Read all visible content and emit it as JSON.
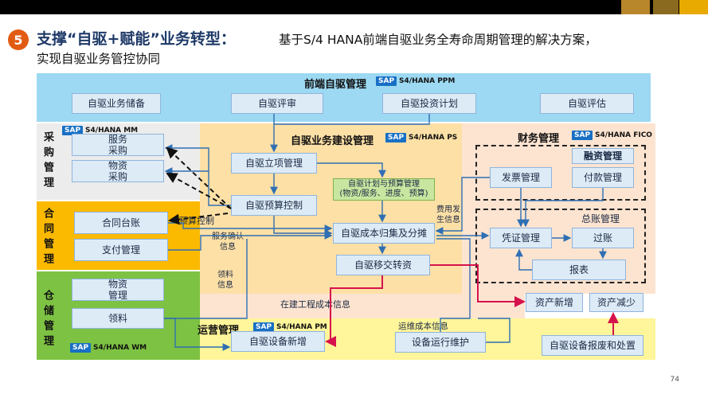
{
  "slide": {
    "number": "5",
    "title_bold": "支撑“自驱+赋能”业务转型：",
    "title_rest": "基于S/4 HANA前端自驱业务全寿命周期管理的解决方案，",
    "title_line2": "实现自驱业务管控协同",
    "page_number": "74"
  },
  "front": {
    "title": "前端自驱管理",
    "sap": "SAP",
    "sap_label": "S4/HANA PPM",
    "boxes": [
      "自驱业务储备",
      "自驱评审",
      "自驱投资计划",
      "自驱评估"
    ]
  },
  "left": {
    "procurement_label": "采购管理",
    "contract_label": "合同管理",
    "warehouse_label": "仓储管理",
    "mm_sap": "SAP",
    "mm_label": "S4/HANA MM",
    "wm_sap": "SAP",
    "wm_label": "S4/HANA WM",
    "service_purchase": "服务\n采购",
    "material_purchase": "物资\n采购",
    "contract_ledger": "合同台账",
    "payment_mgmt": "支付管理",
    "material_mgmt": "物资\n管理",
    "material_pick": "领料"
  },
  "ps": {
    "title": "自驱业务建设管理",
    "sap": "SAP",
    "sap_label": "S4/HANA PS",
    "project_mgmt": "自驱立项管理",
    "plan_budget": "自驱计划与预算管理\n(物资/服务、进度、预算)",
    "budget_control": "自驱预算控制",
    "cost_collect": "自驱成本归集及分摊",
    "transfer": "自驱移交转资",
    "budget_ctrl_label": "预算控制",
    "service_confirm": "服务确认\n信息",
    "pick_info": "领料\n信息",
    "expense_info": "费用发\n生信息",
    "wip_info": "在建工程成本信息"
  },
  "fico": {
    "title": "财务管理",
    "sap": "SAP",
    "sap_label": "S4/HANA FICO",
    "invoice": "发票管理",
    "fin_mgmt": "融资管理",
    "payment": "付款管理",
    "ledger_title": "总账管理",
    "voucher": "凭证管理",
    "posting": "过账",
    "report": "报表",
    "asset_add": "资产新增",
    "asset_reduce": "资产减少"
  },
  "pm": {
    "title": "运营管理",
    "sap": "SAP",
    "sap_label": "S4/HANA PM",
    "device_add": "自驱设备新增",
    "op_cost": "运维成本信息",
    "device_maint": "设备运行维护",
    "device_scrap": "自驱设备报废和处置"
  }
}
